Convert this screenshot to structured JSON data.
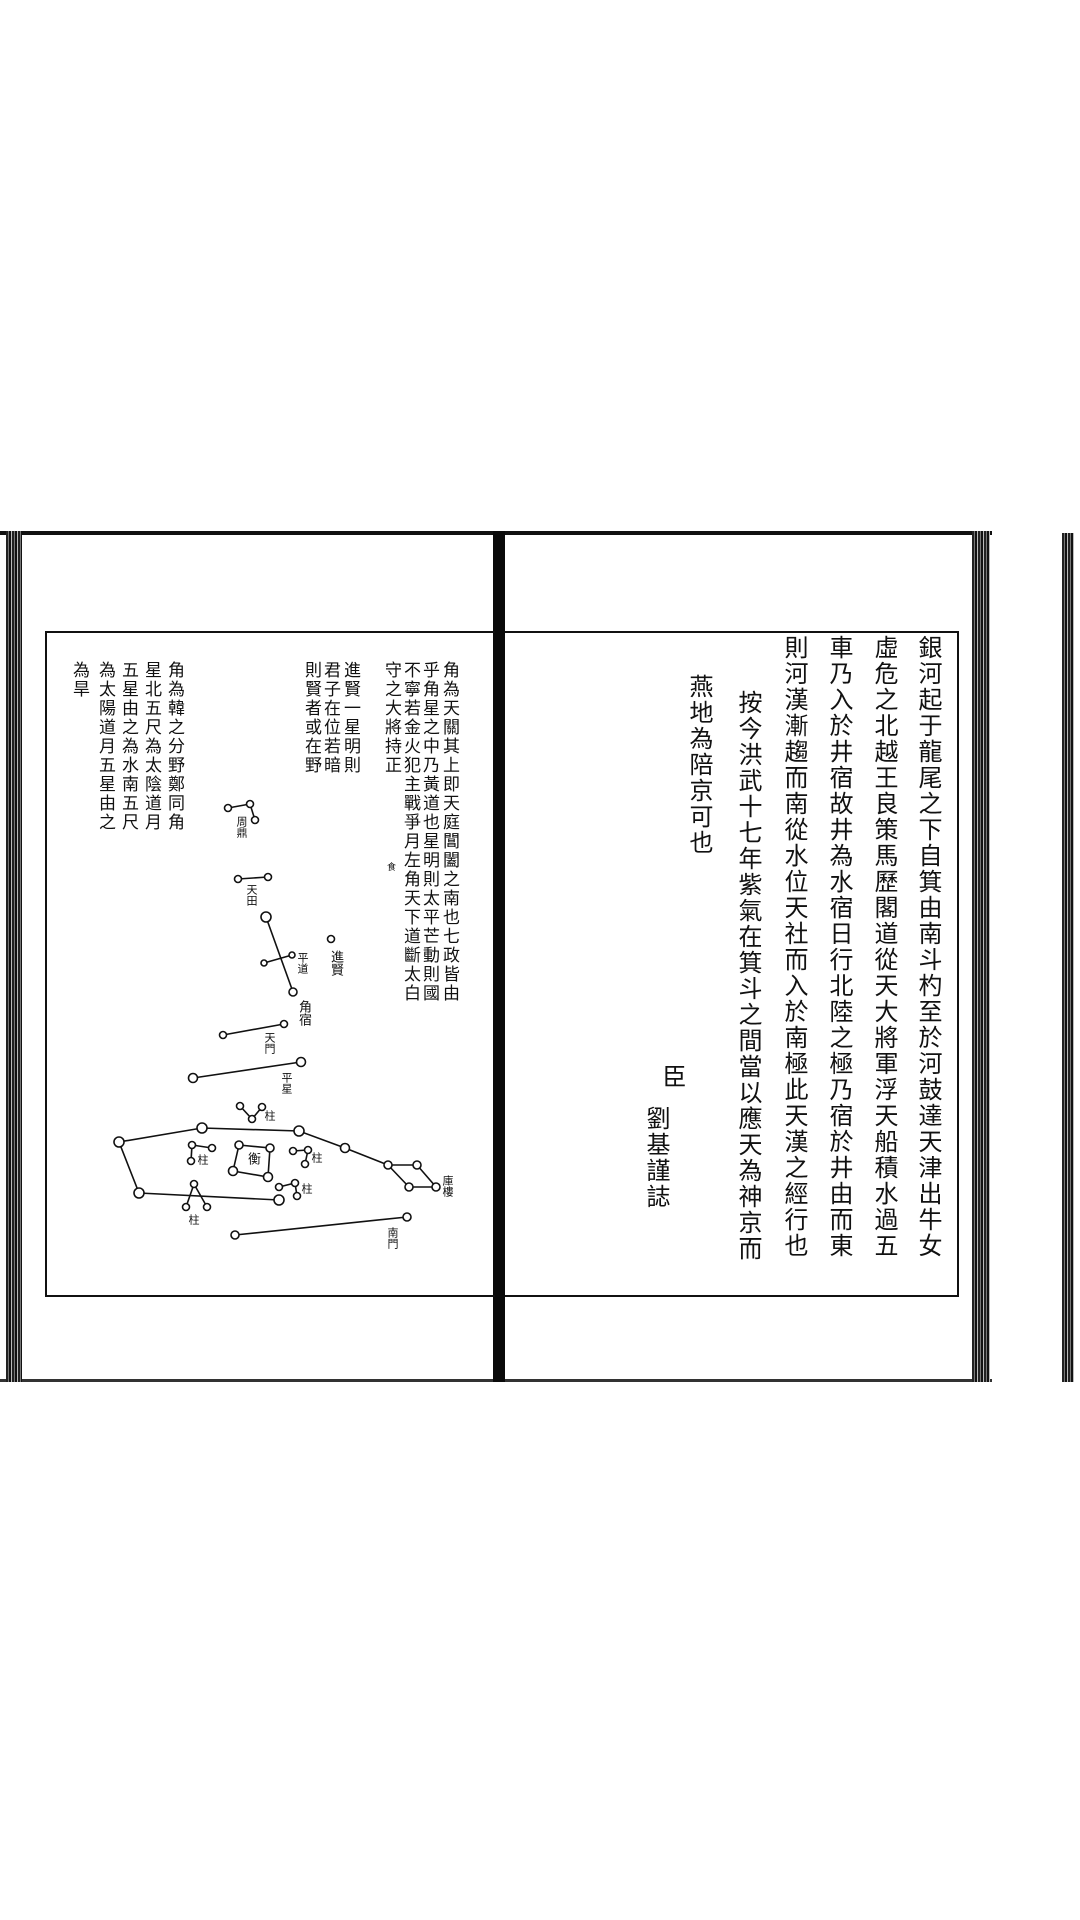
{
  "right_page": {
    "columns": [
      "銀河起于龍尾之下自箕由南斗杓至於河鼓達天津出牛女",
      "虛危之北越王良策馬歷閣道從天大將軍浮天船積水過五",
      "車乃入於井宿故井為水宿日行北陸之極乃宿於井由而東",
      "則河漢漸趨而南從水位天社而入於南極此天漢之經行也",
      "按今洪武十七年紫氣在箕斗之間當以應天為神京而",
      "燕地為陪京可也"
    ],
    "signature_title": "臣",
    "signature_name": "劉基謹誌"
  },
  "left_page": {
    "commentary_columns": [
      "角為天關其上即天庭閶闔之南也七政皆由",
      "乎角星之中乃黃道也星明則太平芒動則國",
      "不寧若金火犯主戰爭月左角天下道斷太白",
      "守之大將持正"
    ],
    "commentary_note": "食",
    "jinxian_columns": [
      "進賢一星明則",
      "君子在位若暗",
      "則賢者或在野"
    ],
    "fenye_columns": [
      "角為韓之分野鄭同角",
      "星北五尺為太陰道月",
      "五星由之為水南五尺",
      "為太陽道月五星由之",
      "為旱"
    ],
    "star_labels": {
      "zhouding": "周鼎",
      "tiantian": "天田",
      "pingdao": "平道",
      "jinxian": "進賢",
      "jiaoxiu": "角宿",
      "tianmen": "天門",
      "pingxing": "平星",
      "zhu": "柱",
      "heng": "衡",
      "kulou": "庫樓",
      "nanmen": "南門"
    }
  }
}
